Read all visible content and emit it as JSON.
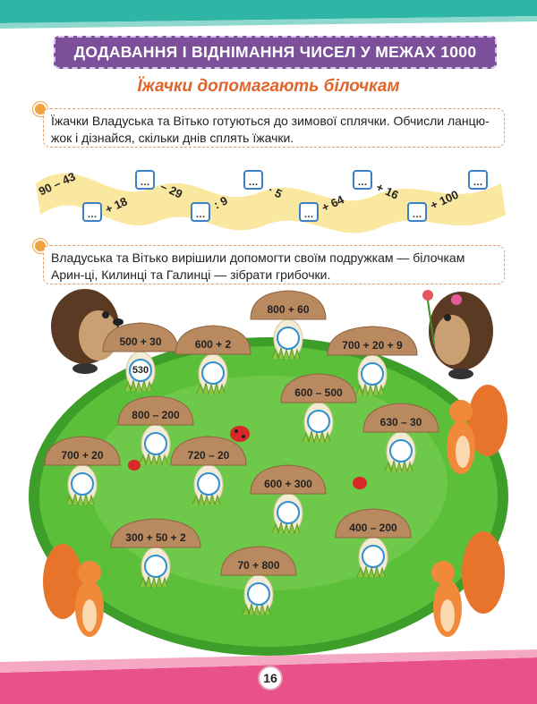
{
  "header": {
    "title": "ДОДАВАННЯ І ВІДНІМАННЯ ЧИСЕЛ У МЕЖАХ 1000",
    "subtitle": "Їжачки допомагають білочкам"
  },
  "task1": {
    "text": "Їжачки Владуська та Вітько готуються до зимової сплячки. Обчисли ланцю-жок і дізнайся, скільки днів сплять їжачки."
  },
  "chain": {
    "start": "90 – 43",
    "steps": [
      "+ 18",
      "– 29",
      ": 9",
      "· 5",
      "+ 64",
      "+ 16",
      "+ 100"
    ],
    "box_placeholder": "…"
  },
  "task2": {
    "text": "Владуська та Вітько вирішили допомогти своїм подружкам — білочкам Арин-ці, Килинці та Галинці — зібрати грибочки."
  },
  "mushrooms": [
    {
      "expr": "800 + 60",
      "answer": ""
    },
    {
      "expr": "500 + 30",
      "answer": "530"
    },
    {
      "expr": "600 + 2",
      "answer": ""
    },
    {
      "expr": "700 + 20 + 9",
      "answer": ""
    },
    {
      "expr": "600 – 500",
      "answer": ""
    },
    {
      "expr": "800 – 200",
      "answer": ""
    },
    {
      "expr": "630 – 30",
      "answer": ""
    },
    {
      "expr": "700 + 20",
      "answer": ""
    },
    {
      "expr": "720 – 20",
      "answer": ""
    },
    {
      "expr": "600 + 300",
      "answer": ""
    },
    {
      "expr": "300 + 50 + 2",
      "answer": ""
    },
    {
      "expr": "400 – 200",
      "answer": ""
    },
    {
      "expr": "70 + 800",
      "answer": ""
    }
  ],
  "page_number": "16",
  "colors": {
    "title_bg": "#7b4f9a",
    "subtitle": "#e0652c",
    "chain_band": "#fbe8a0",
    "box_border": "#3b7fc4",
    "meadow": "#5cbf3a",
    "mushroom_cap": "#b98a60",
    "top_stripe": "#2fb5a5",
    "bottom_stripe": "#e8518a"
  }
}
